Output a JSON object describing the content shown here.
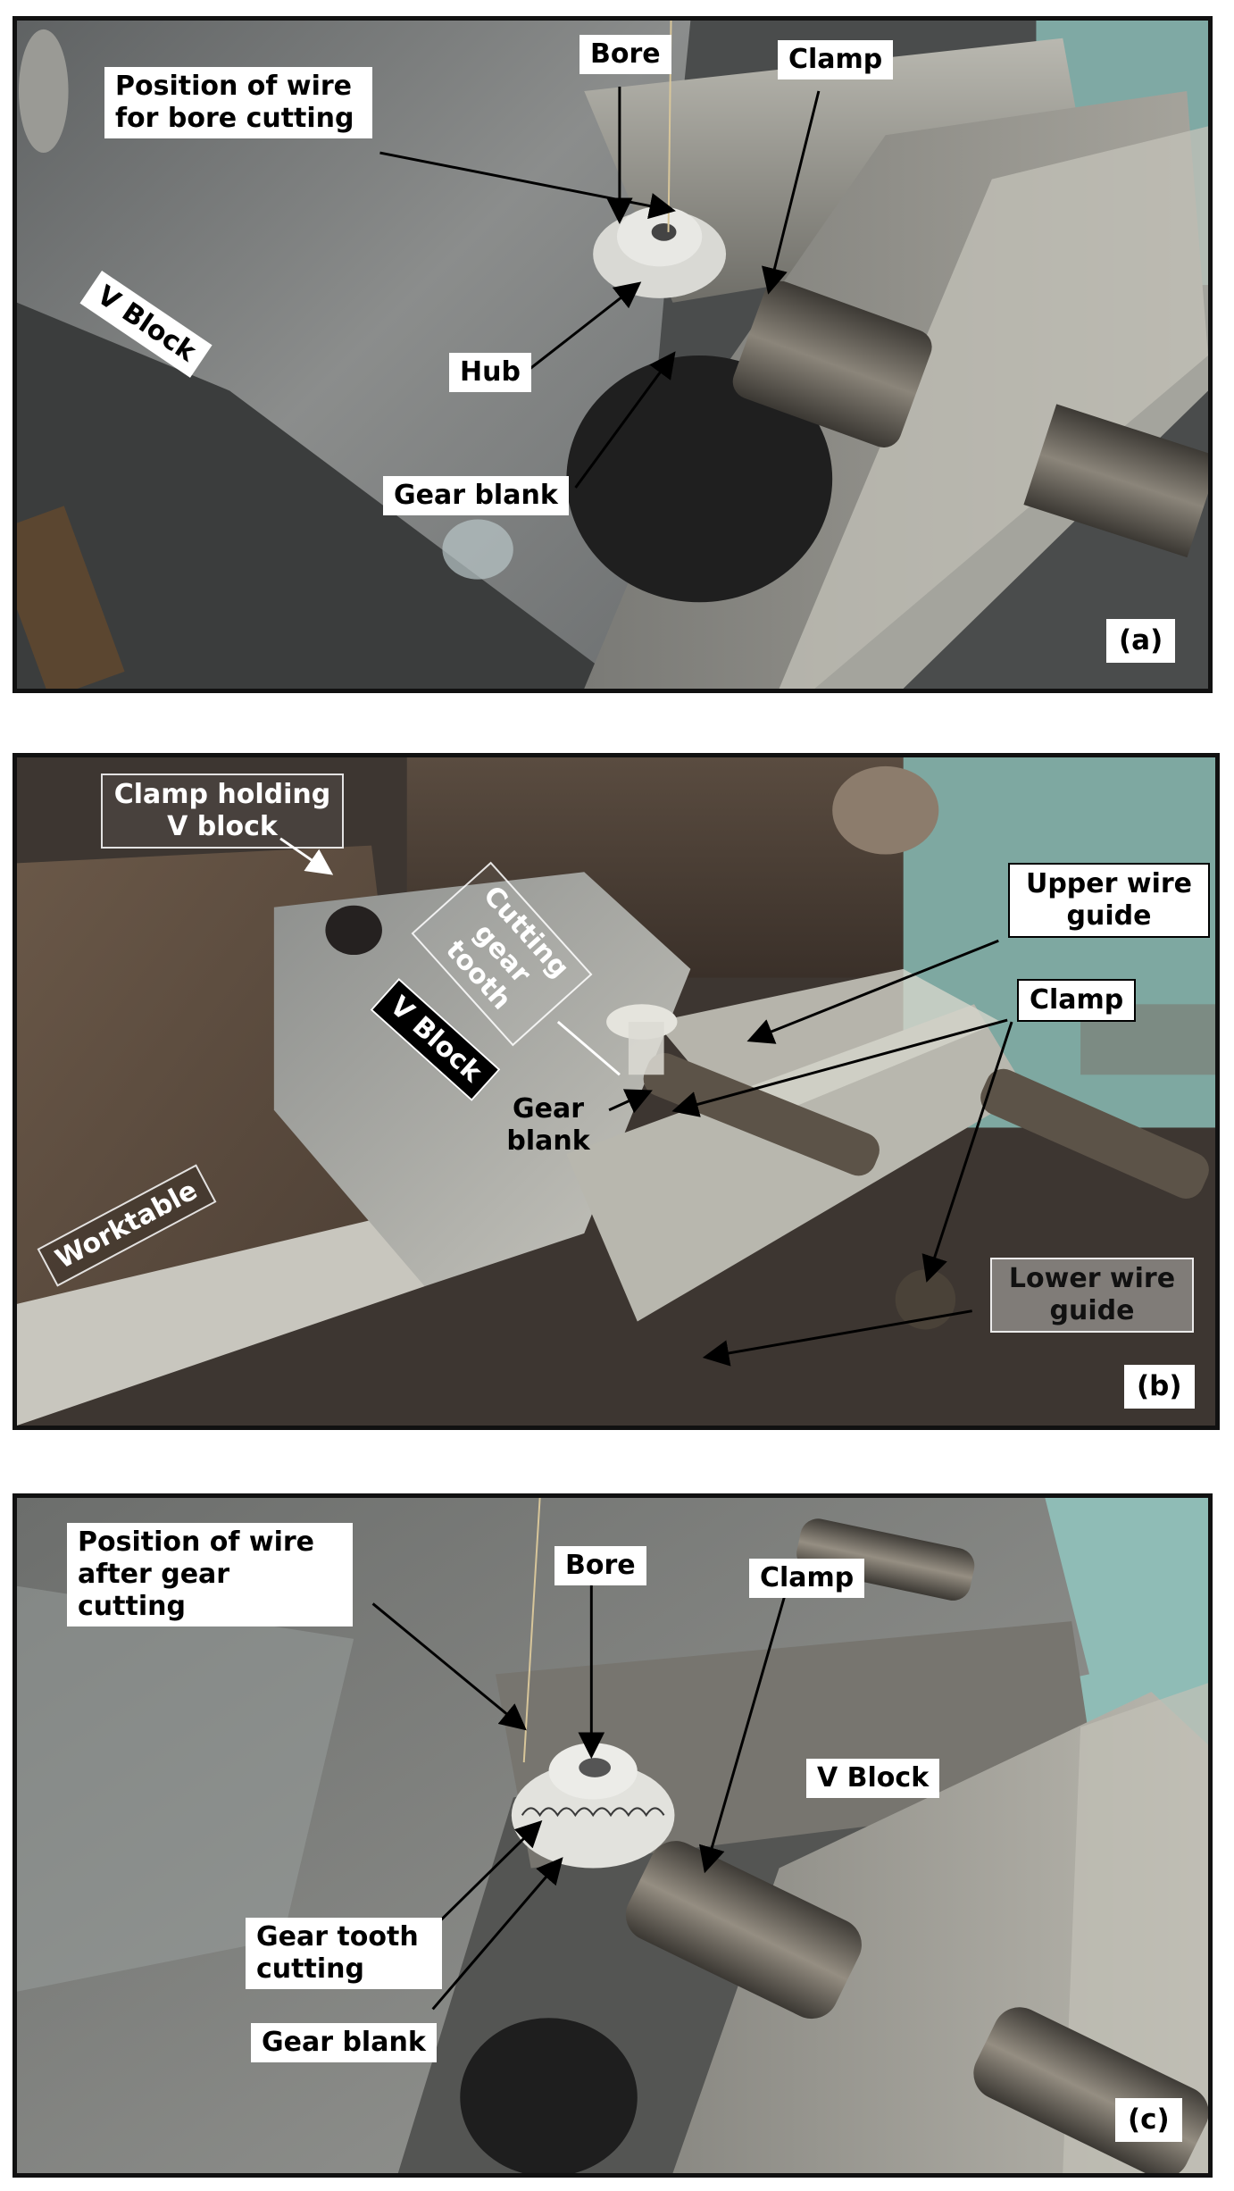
{
  "panels": {
    "a": {
      "tag": "(a)",
      "labels": {
        "wire_position": "Position of  wire for bore cutting",
        "bore": "Bore",
        "clamp": "Clamp",
        "v_block": "V Block",
        "hub": "Hub",
        "gear_blank": "Gear blank"
      }
    },
    "b": {
      "tag": "(b)",
      "labels": {
        "clamp_holding": "Clamp holding V block",
        "cutting_gear_tooth": "Cutting gear tooth",
        "upper_wire_guide": "Upper wire guide",
        "v_block": "V Block",
        "clamp": "Clamp",
        "gear_blank": "Gear blank",
        "worktable": "Worktable",
        "lower_wire_guide": "Lower wire guide"
      }
    },
    "c": {
      "tag": "(c)",
      "labels": {
        "wire_position": "Position of  wire after gear cutting",
        "bore": "Bore",
        "clamp": "Clamp",
        "v_block": "V Block",
        "gear_tooth_cutting": "Gear tooth cutting",
        "gear_blank": "Gear blank"
      }
    }
  }
}
